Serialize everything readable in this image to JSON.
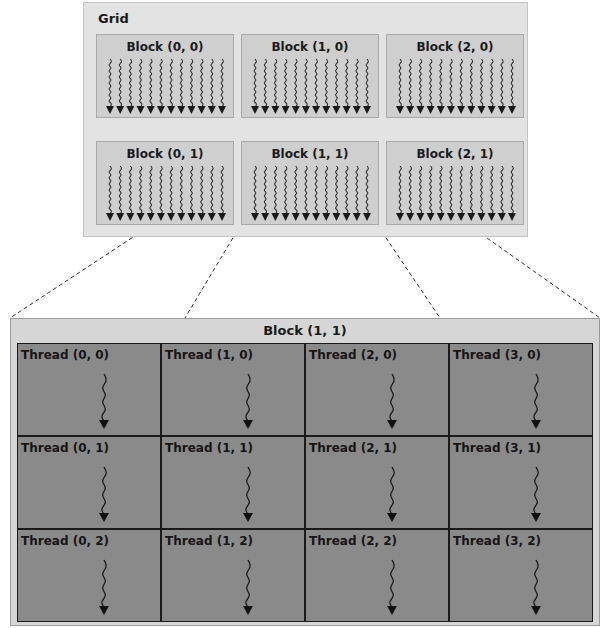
{
  "diagram": {
    "nodes": [
      {
        "text": [
          "Grid"
        ]
      },
      {
        "text": [
          "Block (0, 0)"
        ],
        "in": 0
      },
      {
        "text": [
          "Block (1, 0)"
        ],
        "in": 0
      },
      {
        "text": [
          "Block (2, 0)"
        ],
        "in": 0
      },
      {
        "text": [
          "Block (0, 1)"
        ],
        "in": 0
      },
      {
        "text": [
          "Block (1, 1)"
        ],
        "in": 0
      },
      {
        "text": [
          "Block (2, 1)"
        ],
        "in": 0
      },
      {
        "text": [
          "Block (1, 1)"
        ]
      },
      {
        "text": [
          "Thread (0, 0)"
        ],
        "in": 7
      },
      {
        "text": [
          "Thread (1, 0)"
        ],
        "in": 7
      },
      {
        "text": [
          "Thread (2, 0)"
        ],
        "in": 7
      },
      {
        "text": [
          "Thread (3, 0)"
        ],
        "in": 7
      },
      {
        "text": [
          "Thread (0, 1)"
        ],
        "in": 7
      },
      {
        "text": [
          "Thread (1, 1)"
        ],
        "in": 7
      },
      {
        "text": [
          "Thread (2, 1)"
        ],
        "in": 7
      },
      {
        "text": [
          "Thread (3, 1)"
        ],
        "in": 7
      },
      {
        "text": [
          "Thread (0, 2)"
        ],
        "in": 7
      },
      {
        "text": [
          "Thread (1, 2)"
        ],
        "in": 7
      },
      {
        "text": [
          "Thread (2, 2)"
        ],
        "in": 7
      },
      {
        "text": [
          "Thread (3, 2)"
        ],
        "in": 7
      }
    ]
  }
}
